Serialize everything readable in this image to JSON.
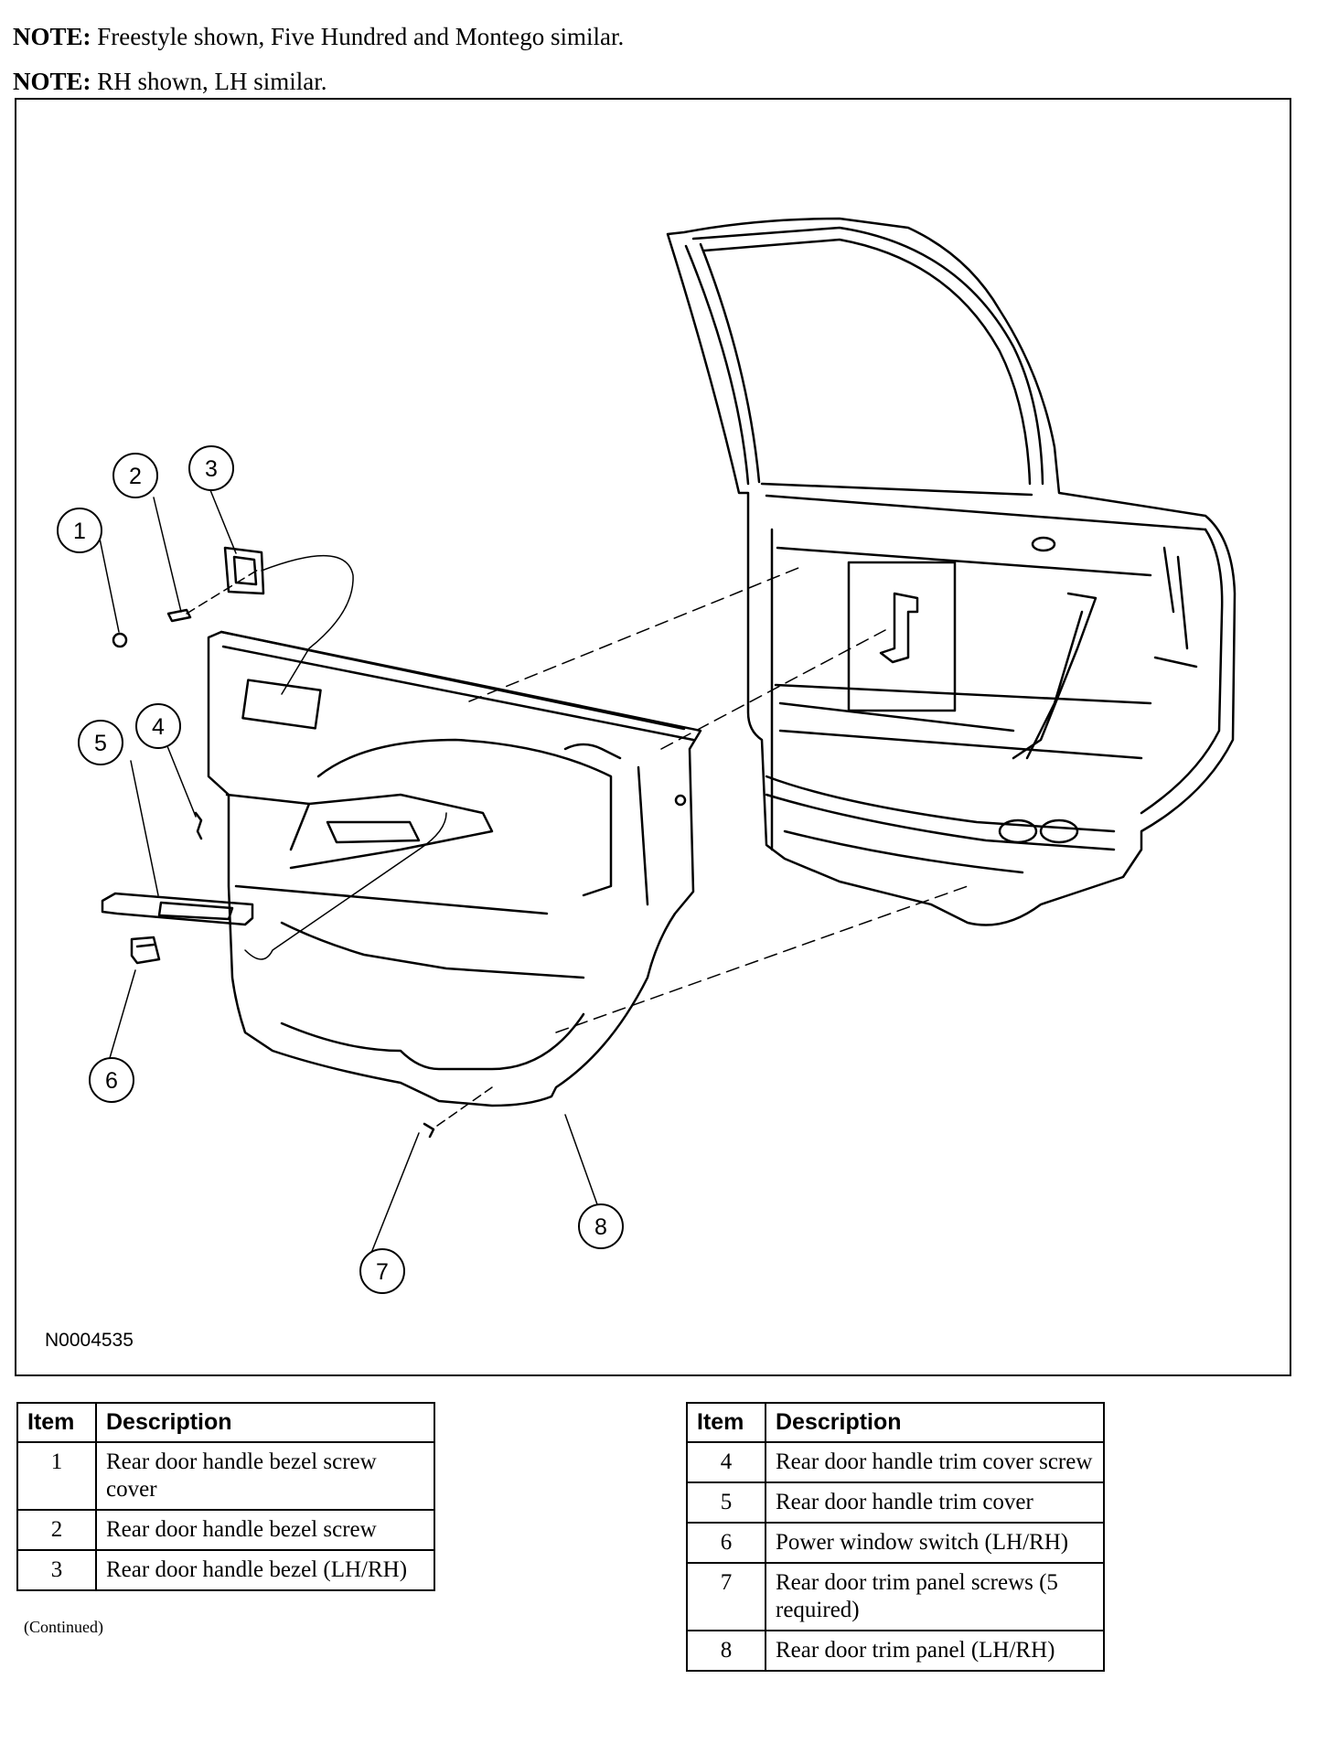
{
  "notes": [
    {
      "label": "NOTE:",
      "text": "Freestyle shown, Five Hundred and Montego similar."
    },
    {
      "label": "NOTE:",
      "text": "RH shown, LH similar."
    }
  ],
  "figure": {
    "code": "N0004535",
    "callouts": [
      "1",
      "2",
      "3",
      "4",
      "5",
      "6",
      "7",
      "8"
    ]
  },
  "table_header": {
    "item": "Item",
    "description": "Description"
  },
  "table_left": [
    {
      "item": "1",
      "description": "Rear door handle bezel screw cover"
    },
    {
      "item": "2",
      "description": "Rear door handle bezel screw"
    },
    {
      "item": "3",
      "description": "Rear door handle bezel (LH/RH)"
    }
  ],
  "table_right": [
    {
      "item": "4",
      "description": "Rear door handle trim cover screw"
    },
    {
      "item": "5",
      "description": "Rear door handle trim cover"
    },
    {
      "item": "6",
      "description": "Power window switch (LH/RH)"
    },
    {
      "item": "7",
      "description": "Rear door trim panel screws (5 required)"
    },
    {
      "item": "8",
      "description": "Rear door trim panel (LH/RH)"
    }
  ],
  "continued": "(Continued)"
}
